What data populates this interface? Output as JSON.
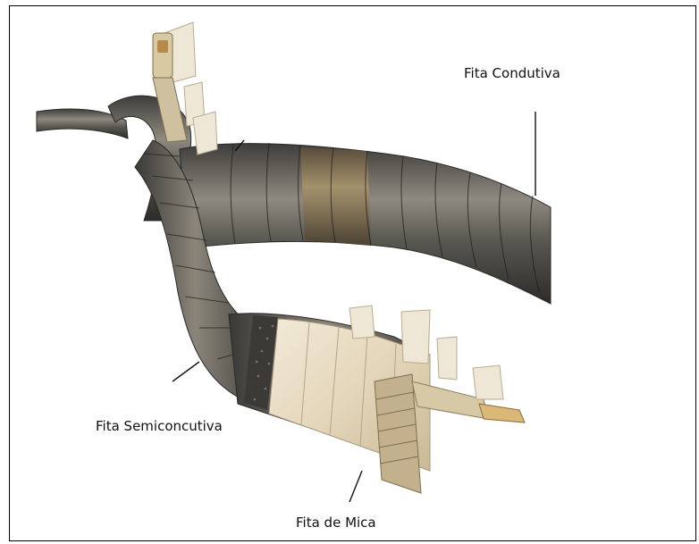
{
  "labels": {
    "conductive_tape": "Fita Condutiva",
    "semiconductive_tape": "Fita Semiconcutiva",
    "mica_tape": "Fita de Mica"
  },
  "colors": {
    "frame": "#000000",
    "cable_dark": "#4b4a47",
    "cable_mid": "#6d6a62",
    "cable_highlight": "#9a9385",
    "bronze_band": "#8a7a5c",
    "mica_light": "#e8dcc4",
    "semi_dark": "#3c3a36",
    "copper_core": "#d9b878"
  }
}
